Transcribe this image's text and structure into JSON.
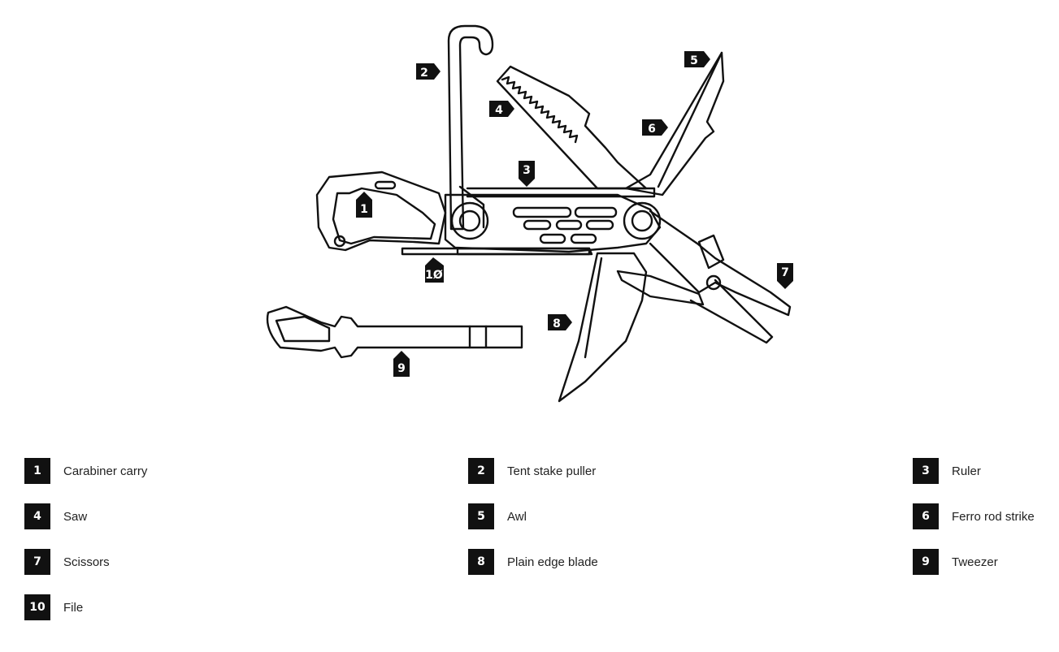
{
  "diagram": {
    "callouts": [
      {
        "id": "1",
        "label": "1"
      },
      {
        "id": "2",
        "label": "2"
      },
      {
        "id": "3",
        "label": "3"
      },
      {
        "id": "4",
        "label": "4"
      },
      {
        "id": "5",
        "label": "5"
      },
      {
        "id": "6",
        "label": "6"
      },
      {
        "id": "7",
        "label": "7"
      },
      {
        "id": "8",
        "label": "8"
      },
      {
        "id": "9",
        "label": "9"
      },
      {
        "id": "10",
        "label": "1Ø"
      }
    ]
  },
  "legend": [
    {
      "number": "1",
      "label": "Carabiner carry"
    },
    {
      "number": "2",
      "label": "Tent stake puller"
    },
    {
      "number": "3",
      "label": "Ruler"
    },
    {
      "number": "4",
      "label": "Saw"
    },
    {
      "number": "5",
      "label": "Awl"
    },
    {
      "number": "6",
      "label": "Ferro rod strike"
    },
    {
      "number": "7",
      "label": "Scissors"
    },
    {
      "number": "8",
      "label": "Plain edge blade"
    },
    {
      "number": "9",
      "label": "Tweezer"
    },
    {
      "number": "10",
      "label": "File"
    }
  ]
}
